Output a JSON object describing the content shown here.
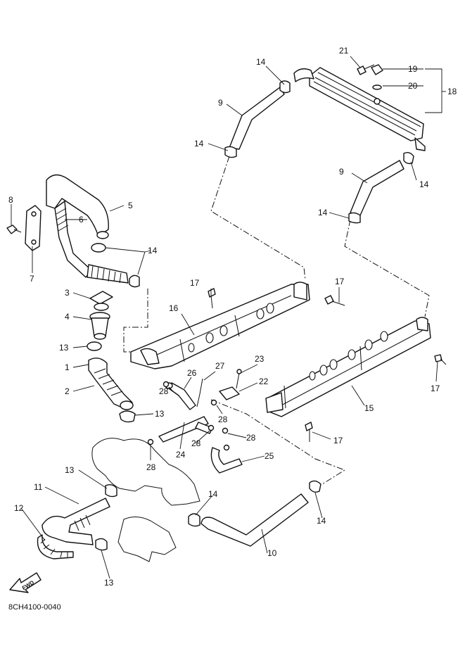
{
  "diagram": {
    "drawing_code": "8CH4100-0040",
    "direction_label": "FWD",
    "callouts": [
      "1",
      "2",
      "3",
      "4",
      "5",
      "6",
      "7",
      "8",
      "9",
      "10",
      "11",
      "12",
      "13",
      "14",
      "15",
      "16",
      "17",
      "18",
      "19",
      "20",
      "21",
      "22",
      "23",
      "24",
      "25",
      "26",
      "27",
      "28"
    ]
  }
}
